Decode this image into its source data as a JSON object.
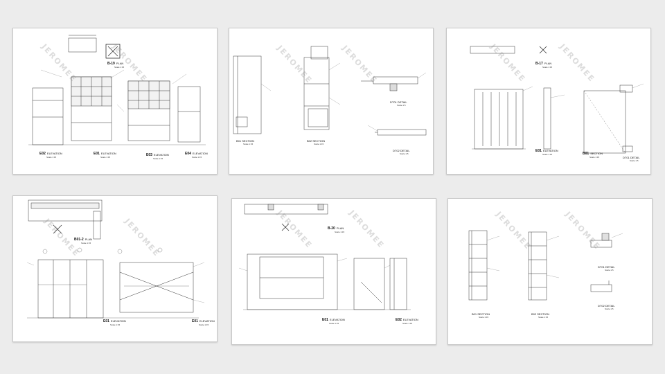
{
  "watermark": "JEROMEE",
  "sheets": [
    {
      "id": "sheet-1",
      "labels": [
        {
          "tag": "E02",
          "text": "ELEVATION",
          "scale": "Scale 1:15"
        },
        {
          "tag": "E01",
          "text": "ELEVATION",
          "scale": "Scale 1:15"
        },
        {
          "tag": "E03",
          "text": "ELEVATION",
          "scale": "Scale 1:15"
        },
        {
          "tag": "E04",
          "text": "ELEVATION",
          "scale": "Scale 1:15"
        },
        {
          "tag": "B-19",
          "text": "PLAN",
          "scale": "Scale 1:15"
        }
      ]
    },
    {
      "id": "sheet-2",
      "labels": [
        {
          "tag": "",
          "text": "B01 SECTION",
          "scale": "Scale 1:15"
        },
        {
          "tag": "",
          "text": "B02 SECTION",
          "scale": "Scale 1:15"
        },
        {
          "tag": "",
          "text": "DT01 DETAIL",
          "scale": "Scale 1:5"
        },
        {
          "tag": "",
          "text": "DT02 DETAIL",
          "scale": "Scale 1:5"
        }
      ]
    },
    {
      "id": "sheet-3",
      "labels": [
        {
          "tag": "E01",
          "text": "ELEVATION",
          "scale": "Scale 1:15"
        },
        {
          "tag": "B01",
          "text": "SECTION",
          "scale": "Scale 1:15"
        },
        {
          "tag": "",
          "text": "DT01 DETAIL",
          "scale": "Scale 1:5"
        },
        {
          "tag": "B-17",
          "text": "PLAN",
          "scale": "Scale 1:15"
        }
      ]
    },
    {
      "id": "sheet-4",
      "labels": [
        {
          "tag": "B01-2",
          "text": "PLAN",
          "scale": "Scale 1:15"
        },
        {
          "tag": "E01",
          "text": "ELEVATION",
          "scale": "Scale 1:15"
        },
        {
          "tag": "E01",
          "text": "ELEVATION",
          "scale": "Scale 1:15"
        }
      ]
    },
    {
      "id": "sheet-5",
      "labels": [
        {
          "tag": "B-20",
          "text": "PLAN",
          "scale": "Scale 1:15"
        },
        {
          "tag": "E01",
          "text": "ELEVATION",
          "scale": "Scale 1:15"
        },
        {
          "tag": "E02",
          "text": "ELEVATION",
          "scale": "Scale 1:15"
        }
      ]
    },
    {
      "id": "sheet-6",
      "labels": [
        {
          "tag": "",
          "text": "B01 SECTION",
          "scale": "Scale 1:15"
        },
        {
          "tag": "",
          "text": "B02 SECTION",
          "scale": "Scale 1:15"
        },
        {
          "tag": "",
          "text": "DT01 DETAIL",
          "scale": "Scale 1:5"
        },
        {
          "tag": "",
          "text": "DT02 DETAIL",
          "scale": "Scale 1:5"
        }
      ]
    }
  ]
}
